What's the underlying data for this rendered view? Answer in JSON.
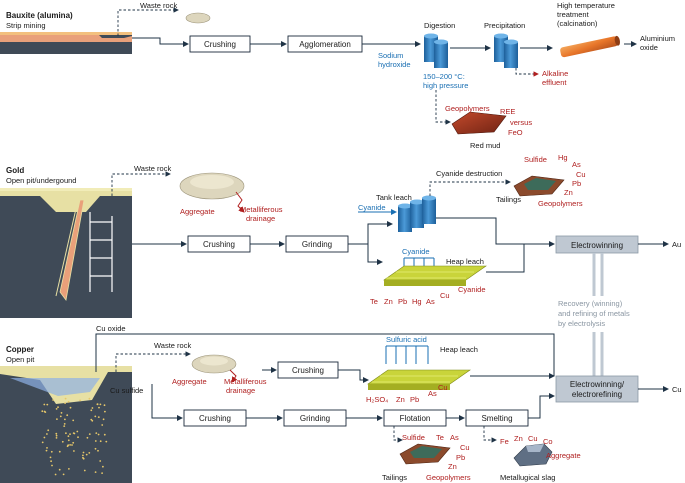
{
  "bauxite": {
    "title": "Bauxite (alumina)",
    "mining": "Strip mining",
    "waste_rock": "Waste rock",
    "steps": [
      "Crushing",
      "Agglomeration"
    ],
    "digestion": "Digestion",
    "precipitation": "Precipitation",
    "calcination": [
      "High temperature",
      "treatment",
      "(calcination)"
    ],
    "product": [
      "Aluminium",
      "oxide"
    ],
    "reagent": [
      "Sodium",
      "hydroxide"
    ],
    "conditions": [
      "150–200 °C:",
      "high pressure"
    ],
    "effluent": [
      "Alkaline",
      "effluent"
    ],
    "red_mud": "Red mud",
    "red_mud_items": [
      "Geopolymers",
      "REE",
      "versus",
      "FeO"
    ]
  },
  "gold": {
    "title": "Gold",
    "mining": "Open pit/undergound",
    "waste_rock": "Waste rock",
    "aggregate": "Aggregate",
    "drainage": [
      "Metalliferous",
      "drainage"
    ],
    "steps": [
      "Crushing",
      "Grinding"
    ],
    "tank_leach": "Tank leach",
    "cyanide_destruction": "Cyanide destruction",
    "cyanide_tank": "Cyanide",
    "cyanide_heap": "Cyanide",
    "heap_leach": "Heap leach",
    "heap_outputs": [
      "Te",
      "Zn",
      "Pb",
      "Hg",
      "As",
      "Cu",
      "Cyanide"
    ],
    "tailings": "Tailings",
    "tailings_items": [
      "Sulfide",
      "Hg",
      "As",
      "Cu",
      "Pb",
      "Zn",
      "Geopolymers"
    ],
    "electrowinning": "Electrowinning",
    "product": "Au"
  },
  "recovery": [
    "Recovery (winning)",
    "and refining of metals",
    "by electrolysis"
  ],
  "copper": {
    "title": "Copper",
    "mining": "Open pit",
    "cu_oxide": "Cu oxide",
    "cu_sulfide": "Cu sulfide",
    "waste_rock": "Waste rock",
    "aggregate": "Aggregate",
    "drainage": [
      "Metalliferous",
      "drainage"
    ],
    "crushing_oxide": "Crushing",
    "sulfuric_acid": "Sulfuric acid",
    "heap_leach": "Heap leach",
    "heap_outputs": [
      "H₂SO₄",
      "Zn",
      "Pb",
      "As",
      "Cu"
    ],
    "steps": [
      "Crushing",
      "Grinding",
      "Flotation",
      "Smelting"
    ],
    "electrowinning": [
      "Electrowinning/",
      "electrorefining"
    ],
    "product": "Cu",
    "tailings": "Tailings",
    "tailings_items": [
      "Sulfide",
      "Te",
      "As",
      "Cu",
      "Pb",
      "Zn",
      "Geopolymers"
    ],
    "slag": "Metallugical slag",
    "slag_items": [
      "Fe",
      "Zn",
      "Cu",
      "Co",
      "Aggregate"
    ]
  },
  "colors": {
    "line": "#1f3346",
    "reagent_blue": "#1a6fb3",
    "byproduct_red": "#b02020",
    "tank_blue": "#2e7fc2",
    "heap_green": "#c9d43a",
    "electro_box": "#bfc8d2",
    "ground": "#3f4a57",
    "bauxite_layer": "#e9a07a"
  }
}
